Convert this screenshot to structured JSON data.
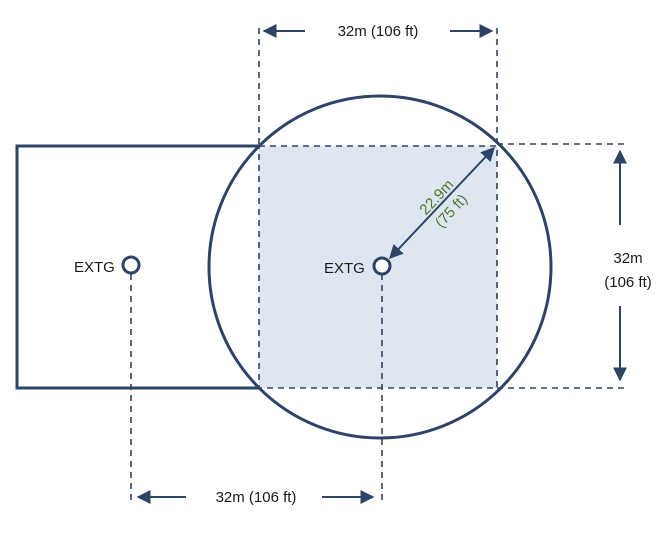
{
  "labels": {
    "top_dimension": "32m (106 ft)",
    "bottom_dimension": "32m (106 ft)",
    "right_dimension_line1": "32m",
    "right_dimension_line2": "(106 ft)",
    "radius_line1": "22.9m",
    "radius_line2": "(75 ft)",
    "left_extinguisher": "EXTG",
    "center_extinguisher": "EXTG"
  },
  "colors": {
    "outline": "#2e4466",
    "coverage_fill": "#dde6f1",
    "radius_text": "#4e7a2b",
    "text": "#1a1a1a"
  }
}
